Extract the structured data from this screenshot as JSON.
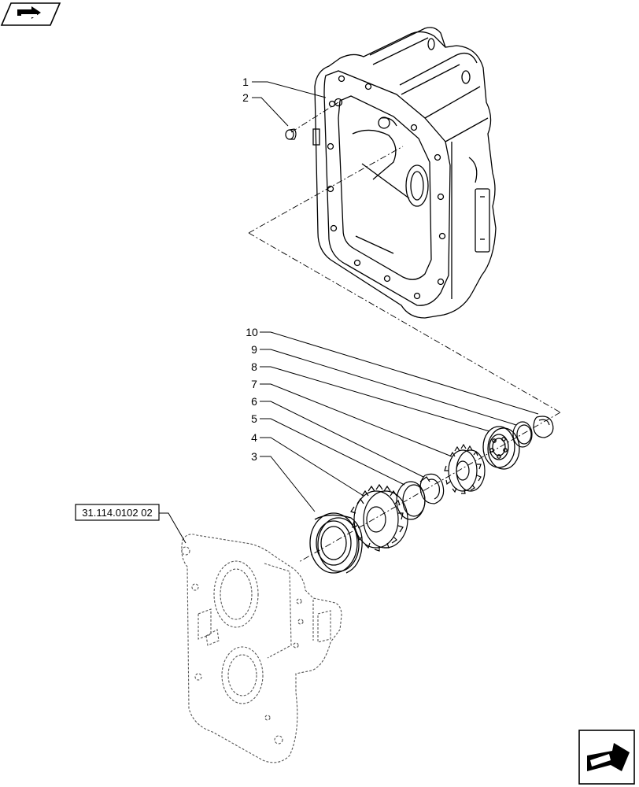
{
  "callouts": [
    {
      "num": "1",
      "label_id": "callout-1"
    },
    {
      "num": "2",
      "label_id": "callout-2"
    },
    {
      "num": "3",
      "label_id": "callout-3"
    },
    {
      "num": "4",
      "label_id": "callout-4"
    },
    {
      "num": "5",
      "label_id": "callout-5"
    },
    {
      "num": "6",
      "label_id": "callout-6"
    },
    {
      "num": "7",
      "label_id": "callout-7"
    },
    {
      "num": "8",
      "label_id": "callout-8"
    },
    {
      "num": "9",
      "label_id": "callout-9"
    },
    {
      "num": "10",
      "label_id": "callout-10"
    }
  ],
  "reference": {
    "code": "31.114.0102 02"
  },
  "icons": {
    "top_left": "previous-page-arrow-icon",
    "bottom_right": "next-page-arrow-icon"
  },
  "colors": {
    "line": "#000000",
    "background": "#ffffff",
    "phantom": "#555555"
  }
}
